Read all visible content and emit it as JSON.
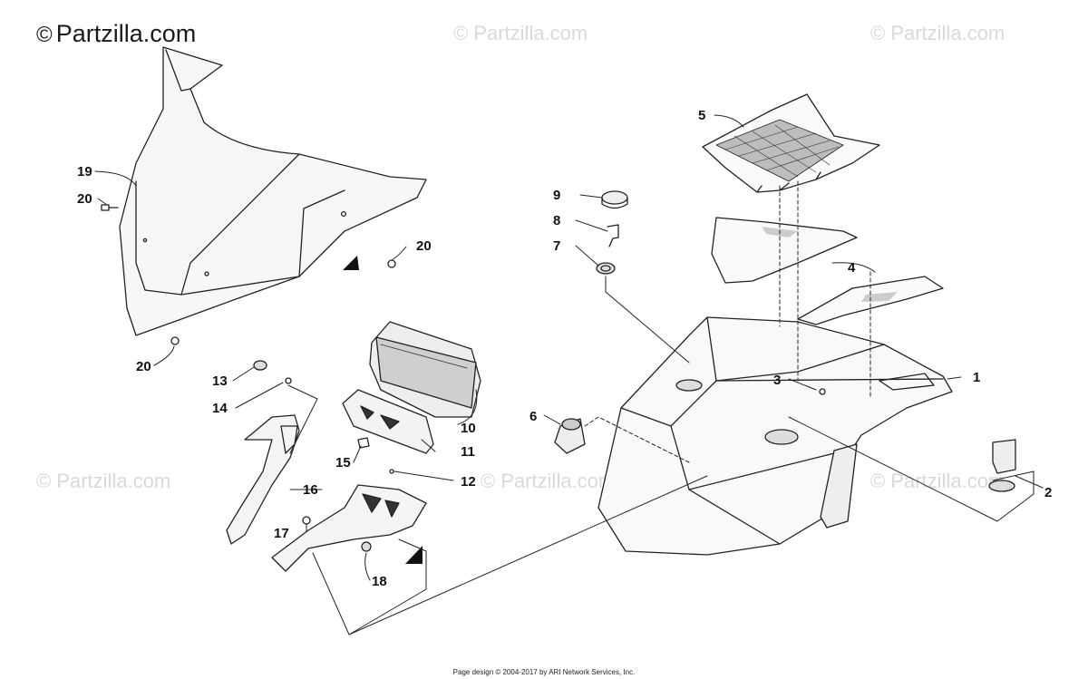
{
  "watermarks": {
    "main": "Partzilla.com",
    "copyright_symbol": "©",
    "faint": "© Partzilla.com"
  },
  "footer": "Page design © 2004-2017 by ARI Network Services, Inc.",
  "callouts": [
    "1",
    "2",
    "3",
    "4",
    "5",
    "6",
    "7",
    "8",
    "9",
    "10",
    "11",
    "12",
    "13",
    "14",
    "15",
    "16",
    "17",
    "18",
    "19",
    "20",
    "20",
    "20"
  ],
  "colors": {
    "line": "#222222",
    "shade": "#e6e6e6",
    "watermark": "#d9d9d9"
  }
}
